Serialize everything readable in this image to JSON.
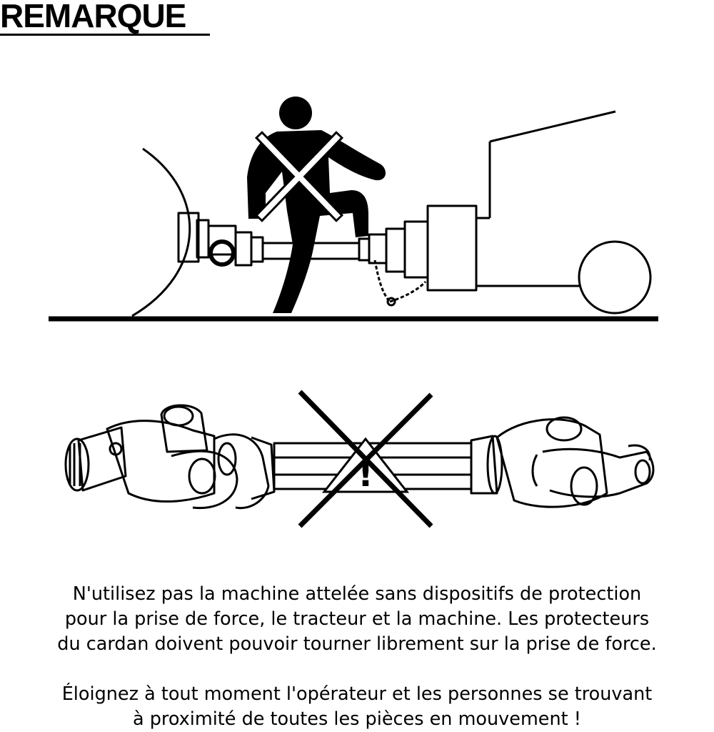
{
  "heading": "REMARQUE",
  "paragraphs": [
    {
      "lines": [
        "N'utilisez pas la machine attelée sans dispositifs de protection",
        "pour la prise de force, le tracteur et la machine. Les protecteurs",
        "du cardan doivent pouvoir tourner librement sur la prise de force."
      ]
    },
    {
      "lines": [
        "Éloignez à tout moment l'opérateur et les personnes se trouvant",
        "à proximité de toutes les pièces en mouvement !"
      ]
    }
  ],
  "warning_symbol": "!",
  "colors": {
    "ink": "#000000",
    "paper": "#ffffff"
  }
}
